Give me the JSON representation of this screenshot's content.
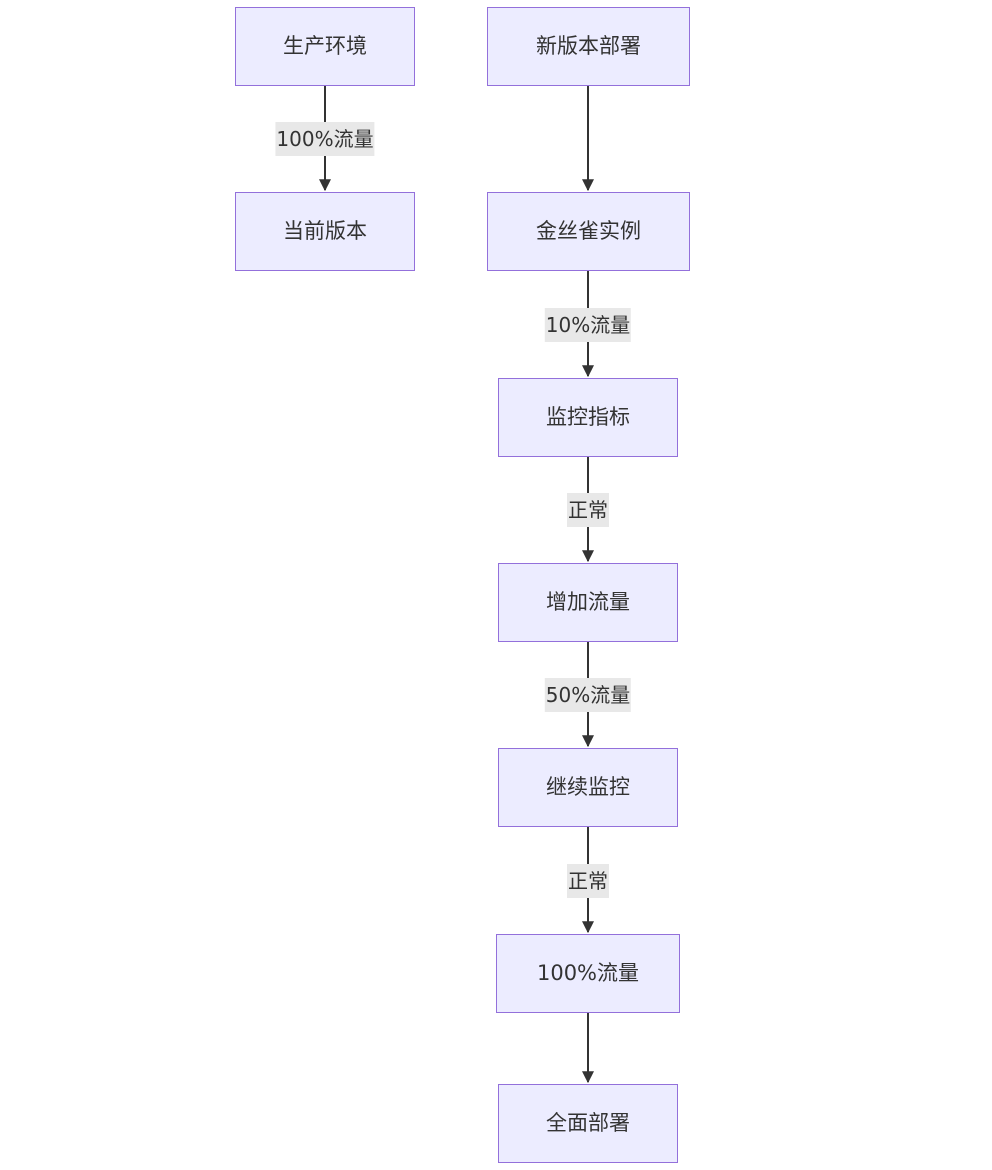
{
  "nodes": {
    "prod": "生产环境",
    "current": "当前版本",
    "deploy": "新版本部署",
    "canary": "金丝雀实例",
    "monitor": "监控指标",
    "increase": "增加流量",
    "continue": "继续监控",
    "full_traffic": "100%流量",
    "full_deploy": "全面部署"
  },
  "edges": {
    "prod_to_current": "100%流量",
    "canary_to_monitor": "10%流量",
    "monitor_to_increase": "正常",
    "increase_to_continue": "50%流量",
    "continue_to_full": "正常"
  },
  "colors": {
    "node_fill": "#ECECFF",
    "node_border": "#9370DB",
    "edge_line": "#333333",
    "label_background": "#E8E8E8",
    "text": "#333333"
  }
}
